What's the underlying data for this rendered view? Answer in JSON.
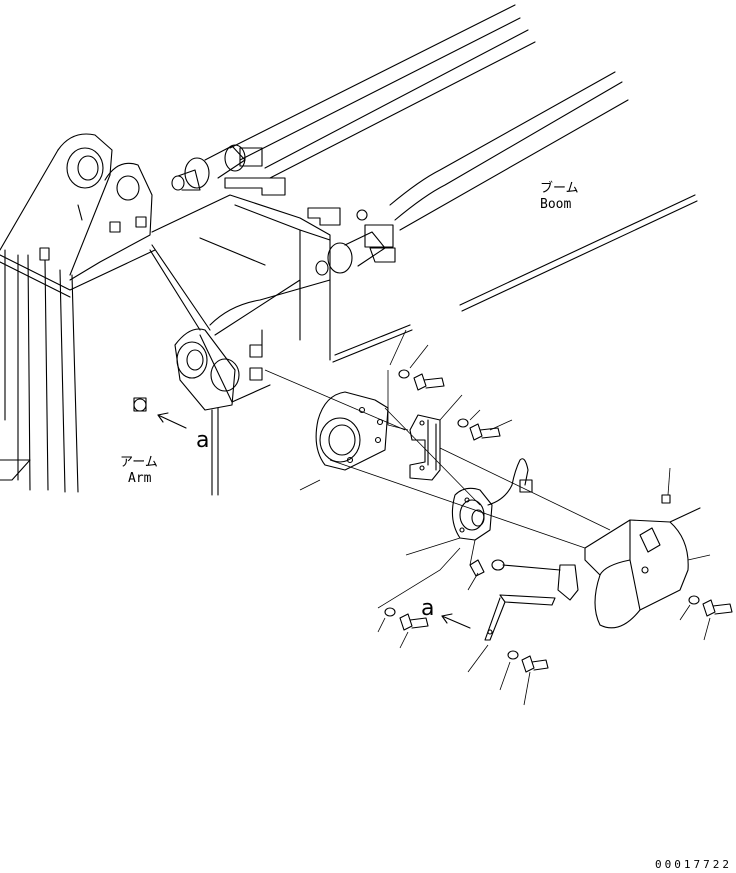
{
  "labels": {
    "boom_jp": "ブーム",
    "boom_en": "Boom",
    "arm_jp": "アーム",
    "arm_en": "Arm",
    "view_mark": "a",
    "drawing_code": "00017722"
  }
}
